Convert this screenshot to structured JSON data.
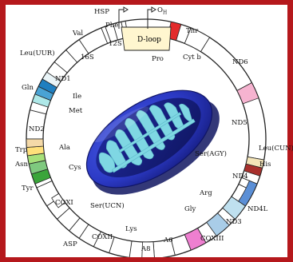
{
  "colors": {
    "frame": "#b5181c",
    "ring_fill": "#ffffff",
    "ring_stroke": "#222222",
    "dloop_fill": "#fff6cf",
    "mito_body": "#2b39c4",
    "mito_dark": "#141a7a",
    "cristae": "#7fd7e3"
  },
  "genes": {
    "dloop": "D-loop",
    "hsp": "HSP",
    "oh": "O",
    "oh_sub": "H",
    "pro": "Pro",
    "thr": "Thr",
    "cytb": "Cyt b",
    "nd6": "ND6",
    "nd5": "ND5",
    "leu_cun": "Leu(CUN)",
    "ser_agy": "Ser(AGY)",
    "his": "His",
    "nd4": "ND4",
    "nd4l": "ND4L",
    "arg": "Arg",
    "gly": "Gly",
    "nd3": "ND3",
    "coxiii": "COXIII",
    "a6": "A6",
    "a8": "A8",
    "lys": "Lys",
    "coxii": "COXII",
    "asp": "ASP",
    "coxi": "COXI",
    "ser_ucn": "Ser(UCN)",
    "tyr": "Tyr",
    "cys": "Cys",
    "asn": "Asn",
    "ala": "Ala",
    "trp": "Trp",
    "nd2": "ND2",
    "met": "Met",
    "gln": "Gln",
    "ile": "Ile",
    "nd1": "ND1",
    "leu_uur": "Leu(UUR)",
    "s16": "16S",
    "val": "Val",
    "s12": "12S",
    "phe": "Phe"
  }
}
